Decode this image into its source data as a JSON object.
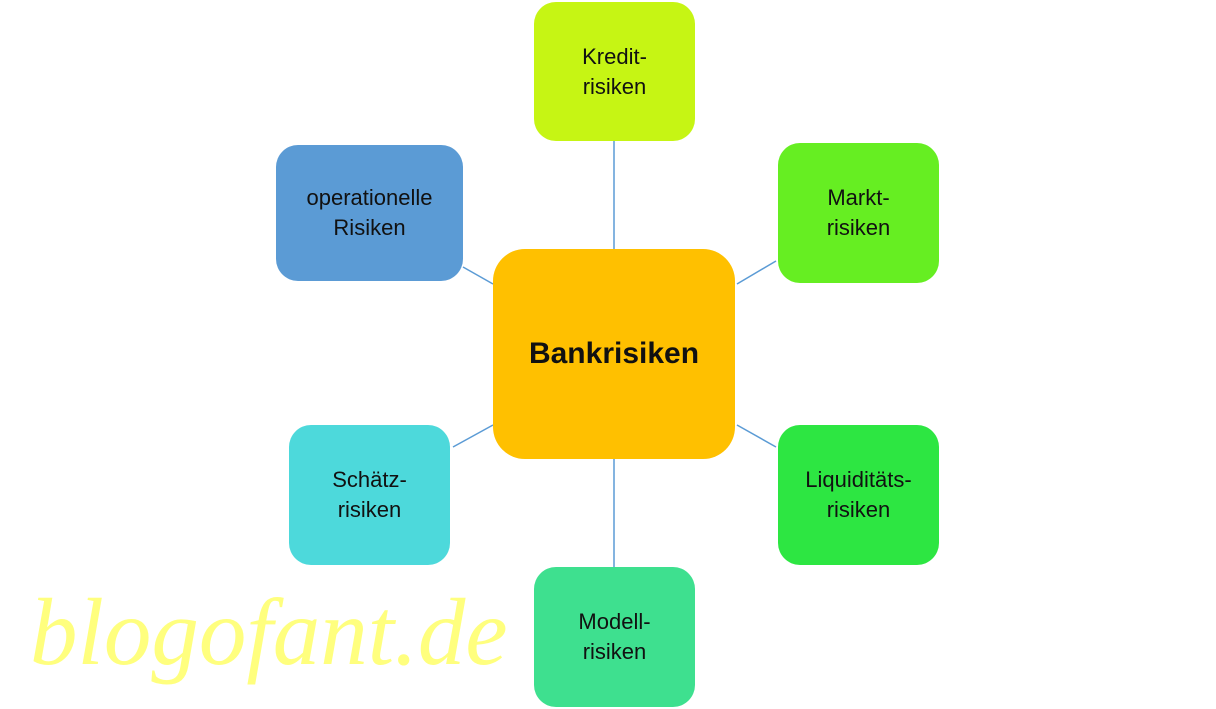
{
  "center": {
    "label": "Bankrisiken",
    "color": "#FFC000"
  },
  "nodes": [
    {
      "line1": "Kredit-",
      "line2": "risiken",
      "color": "#C6F514"
    },
    {
      "line1": "Markt-",
      "line2": "risiken",
      "color": "#66EE22"
    },
    {
      "line1": "Liquiditäts-",
      "line2": "risiken",
      "color": "#2DE642"
    },
    {
      "line1": "Modell-",
      "line2": "risiken",
      "color": "#3EE08F"
    },
    {
      "line1": "Schätz-",
      "line2": "risiken",
      "color": "#4DD9DB"
    },
    {
      "line1": "operationelle",
      "line2": "Risiken",
      "color": "#5B9BD5"
    }
  ],
  "connector_color": "#5B9BD5",
  "watermark": "blogofant.de"
}
